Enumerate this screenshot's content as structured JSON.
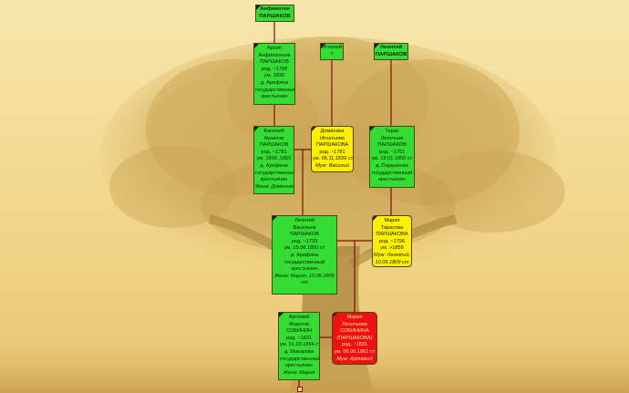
{
  "diagram": {
    "nodes": [
      {
        "id": "anfinogen",
        "style": "green",
        "lines": [
          {
            "t": "Анфиноген",
            "cls": "b"
          },
          {
            "t": "ПАРШАКОВ",
            "cls": "b"
          }
        ]
      },
      {
        "id": "arkhip",
        "style": "green",
        "lines": [
          {
            "t": "Архип"
          },
          {
            "t": "Анфиногенов"
          },
          {
            "t": "ПАРШАКОВ"
          },
          {
            "t": "род. ~1758"
          },
          {
            "t": "ум. 1830"
          },
          {
            "t": "д. Арефина"
          },
          {
            "t": "государственный"
          },
          {
            "t": "крестьянин"
          }
        ]
      },
      {
        "id": "ignaty",
        "style": "green",
        "lines": [
          {
            "t": "Игнатий"
          },
          {
            "t": "?"
          }
        ]
      },
      {
        "id": "leonty1",
        "style": "green",
        "lines": [
          {
            "t": "Леонтий",
            "cls": "b"
          },
          {
            "t": "ПАРШАКОВ",
            "cls": "b"
          }
        ]
      },
      {
        "id": "vasily",
        "style": "green",
        "lines": [
          {
            "t": "Василий"
          },
          {
            "t": "Архипов"
          },
          {
            "t": "ПАРШАКОВ"
          },
          {
            "t": "род. ~1781"
          },
          {
            "t": "ум. 1839..1850"
          },
          {
            "t": "д. Арефина"
          },
          {
            "t": "государственный"
          },
          {
            "t": "крестьянин"
          },
          {
            "t": "Жена: Доминика",
            "cls": "it"
          }
        ]
      },
      {
        "id": "dominika",
        "style": "yellow",
        "lines": [
          {
            "t": "Доминика"
          },
          {
            "t": "Игнатьева"
          },
          {
            "t": "ПАРШАКОВА"
          },
          {
            "t": "род. ~1781"
          },
          {
            "t": "ум. 05.11.1839 ст"
          },
          {
            "t": "Муж: Василий",
            "cls": "it"
          }
        ]
      },
      {
        "id": "taras",
        "style": "green",
        "lines": [
          {
            "t": "Тарас"
          },
          {
            "t": "Леонтьев"
          },
          {
            "t": "ПАРШАКОВ"
          },
          {
            "t": "род. ~1751"
          },
          {
            "t": "ум. 19.01.1800 ст"
          },
          {
            "t": "д. Паршакова"
          },
          {
            "t": "государственный"
          },
          {
            "t": "крестьянин"
          }
        ]
      },
      {
        "id": "leonty2",
        "style": "green",
        "lines": [
          {
            "t": "Леонтий"
          },
          {
            "t": "Васильев"
          },
          {
            "t": "ПАРШАКОВ"
          },
          {
            "t": "род. ~1793"
          },
          {
            "t": "ум. 15.08.1850 ст"
          },
          {
            "t": "д. Арефина"
          },
          {
            "t": "государственный"
          },
          {
            "t": "крестьянин"
          },
          {
            "t": "Жена: Мария, 10.05.1809",
            "cls": "it"
          },
          {
            "t": "ст",
            "cls": "it"
          }
        ]
      },
      {
        "id": "maria",
        "style": "yellow",
        "lines": [
          {
            "t": "Мария"
          },
          {
            "t": "Тарасова"
          },
          {
            "t": "ПАРШАКОВА"
          },
          {
            "t": "род. ~1796"
          },
          {
            "t": "ум. >1858"
          },
          {
            "t": "Муж: Леонтий,",
            "cls": "it"
          },
          {
            "t": "10.05.1809 ст",
            "cls": "it"
          }
        ]
      },
      {
        "id": "artemy",
        "style": "green",
        "lines": [
          {
            "t": "Артемий"
          },
          {
            "t": "Федотов"
          },
          {
            "t": "СОБИНИН"
          },
          {
            "t": "род. ~1831"
          },
          {
            "t": "ум. 01.03.1894 ст"
          },
          {
            "t": "д. Макарова"
          },
          {
            "t": "государственный"
          },
          {
            "t": "крестьянин"
          },
          {
            "t": "Жена: Мария",
            "cls": "it"
          }
        ]
      },
      {
        "id": "maria2",
        "style": "red",
        "lines": [
          {
            "t": "Мария"
          },
          {
            "t": "Леонтьева"
          },
          {
            "t": "СОБИНИНА"
          },
          {
            "t": "(ПАРШАКОВА)"
          },
          {
            "t": "род. ~1831"
          },
          {
            "t": "ум. 06.06.1861 ст"
          },
          {
            "t": "Муж: Артемий",
            "cls": "it"
          }
        ]
      }
    ]
  }
}
